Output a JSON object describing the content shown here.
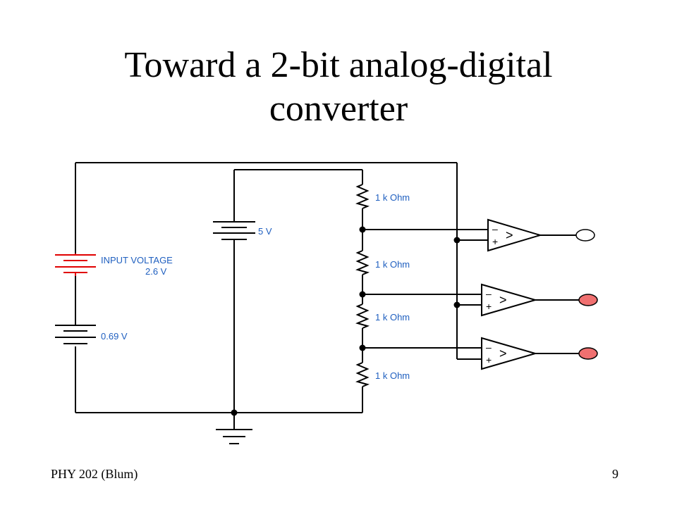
{
  "slide": {
    "title_line1": "Toward a 2-bit analog-digital",
    "title_line2": "converter",
    "footer_left": "PHY 202 (Blum)",
    "page_number": "9"
  },
  "circuit": {
    "resistor_labels": [
      "1 k Ohm",
      "1 k Ohm",
      "1 k Ohm",
      "1 k Ohm"
    ],
    "supply_label": "5 V",
    "input_label_line1": "INPUT VOLTAGE",
    "input_label_line2": "2.6 V",
    "offset_label": "0.69 V",
    "comparator_minus": "–",
    "comparator_plus": "+",
    "comparator_symbol": ">",
    "outputs": [
      {
        "state": "off",
        "color": "#ffffff"
      },
      {
        "state": "on",
        "color": "#f07070"
      },
      {
        "state": "on",
        "color": "#f07070"
      }
    ],
    "colors": {
      "wire": "#000000",
      "input_source": "#e00000",
      "label": "#2060c0",
      "output_on": "#f07070"
    }
  }
}
